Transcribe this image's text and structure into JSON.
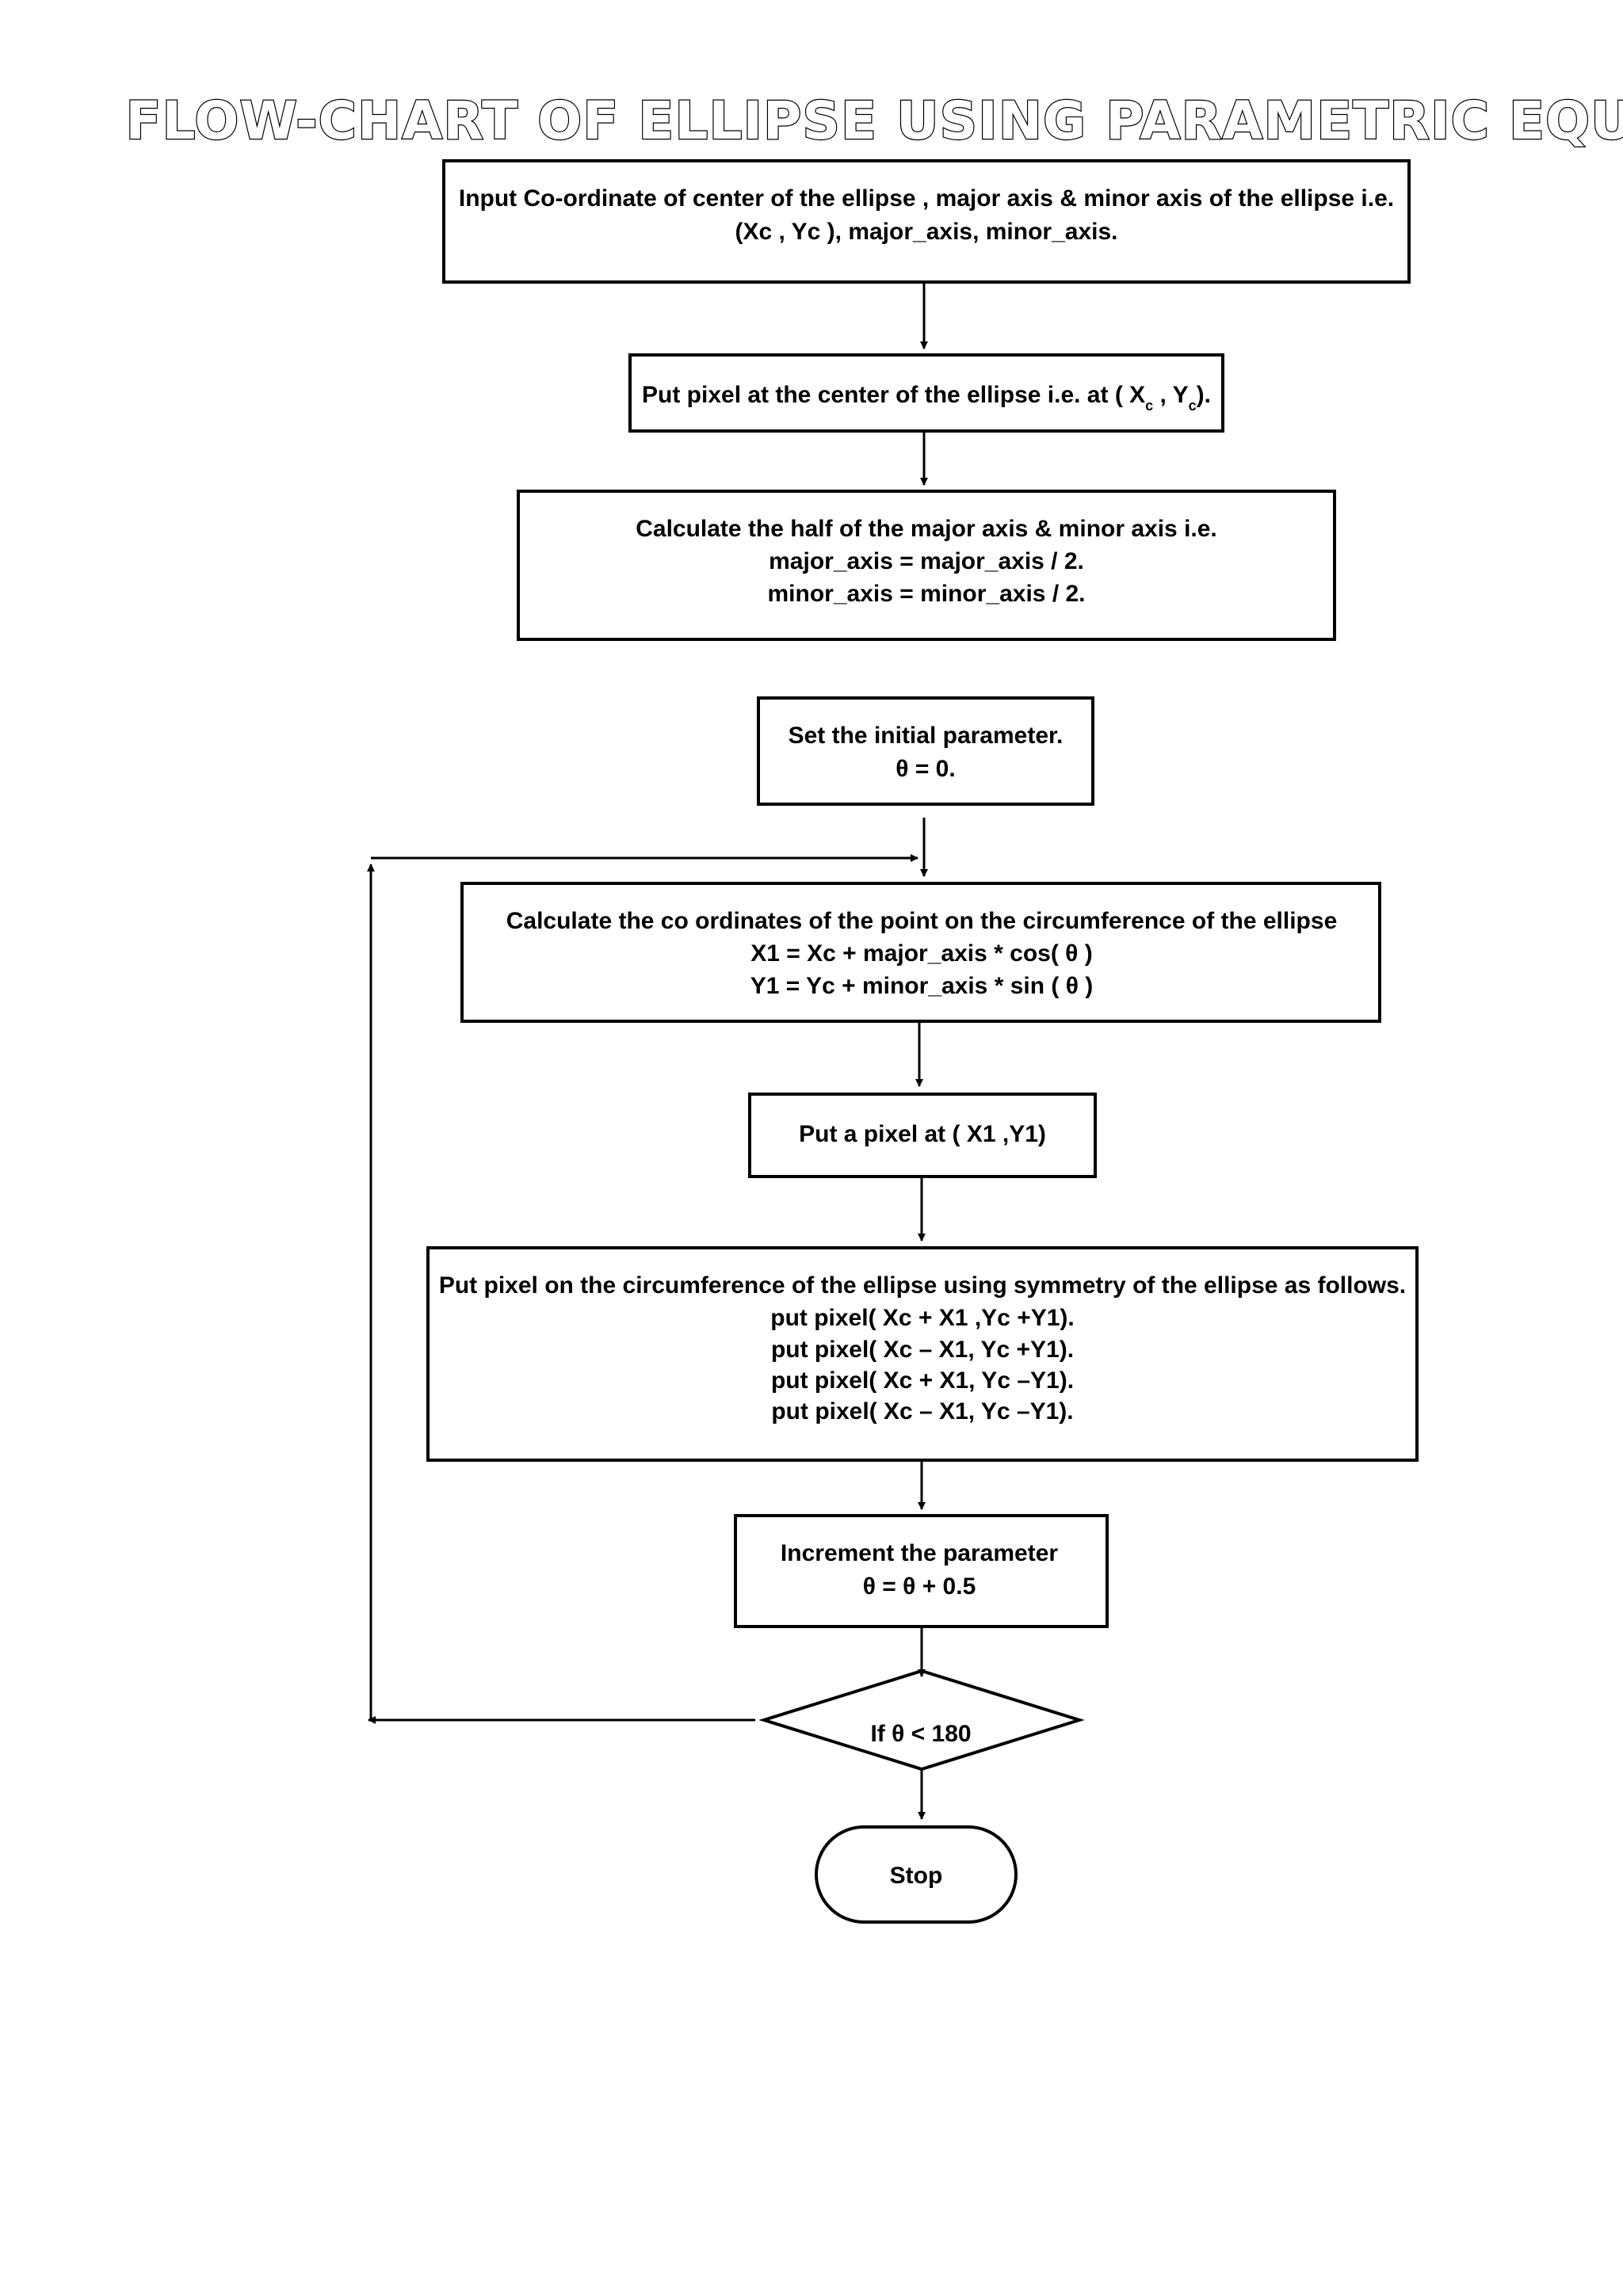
{
  "title": "FLOW-CHART OF ELLIPSE USING PARAMETRIC EQUATION",
  "steps": {
    "input": {
      "line1": "Input Co-ordinate of center of the ellipse , major axis & minor axis of the ellipse i.e.",
      "line2": "(Xc , Yc ), major_axis, minor_axis."
    },
    "center_pixel": {
      "prefix": "Put pixel at the center of the ellipse i.e. at ( X",
      "sub1": "c",
      "mid": " , Y",
      "sub2": "c",
      "suffix": ")."
    },
    "half_axes": {
      "line1": "Calculate the half of the major axis & minor axis i.e.",
      "line2": "major_axis  = major_axis / 2.",
      "line3": "minor_axis  = minor_axis / 2."
    },
    "init_param": {
      "line1": "Set the initial parameter.",
      "line2": "θ  = 0."
    },
    "calc_coords": {
      "line1": "Calculate the co ordinates of the point on the circumference of the ellipse",
      "line2": "X1 = Xc + major_axis * cos( θ )",
      "line3": "Y1 = Yc + minor_axis * sin ( θ )"
    },
    "put_point": {
      "line1": "Put a pixel at ( X1 ,Y1)"
    },
    "symmetry": {
      "line1": "Put pixel on the circumference of the ellipse using symmetry of the ellipse as follows.",
      "line2": "put pixel( Xc + X1 ,Yc +Y1).",
      "line3": "put pixel( Xc – X1, Yc +Y1).",
      "line4": "put pixel( Xc + X1, Yc –Y1).",
      "line5": "put pixel( Xc – X1, Yc –Y1)."
    },
    "increment": {
      "line1": "Increment the parameter",
      "line2": "θ  = θ  + 0.5"
    },
    "decision": {
      "label": "If θ  < 180"
    },
    "stop": {
      "label": "Stop"
    }
  }
}
